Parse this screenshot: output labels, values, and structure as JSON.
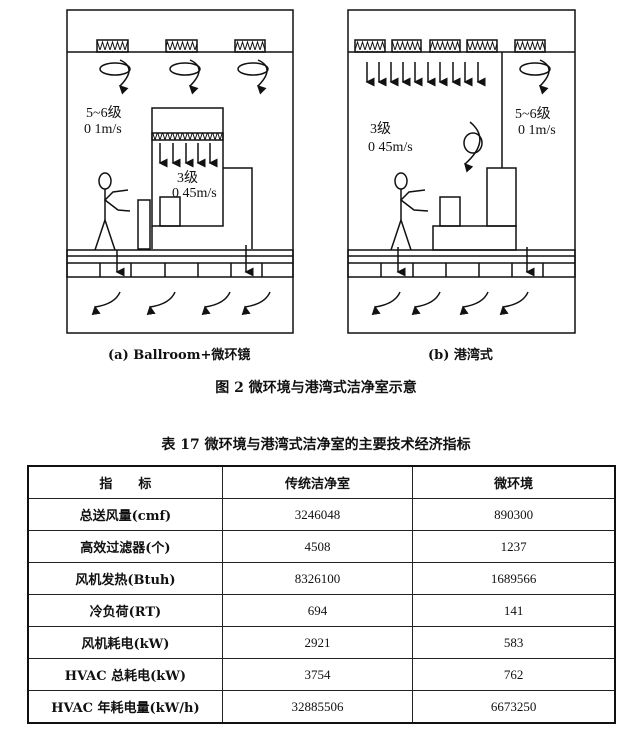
{
  "figure": {
    "panel_a": {
      "class_outer": "5~6级",
      "speed_outer": "0 1m/s",
      "class_inner": "3级",
      "speed_inner": "0 45m/s",
      "caption": "(a) Ballroom+微环镜"
    },
    "panel_b": {
      "class_inner": "3级",
      "speed_inner": "0 45m/s",
      "class_outer": "5~6级",
      "speed_outer": "0 1m/s",
      "caption": "(b) 港湾式"
    },
    "caption": "图 2   微环境与港湾式洁净室示意"
  },
  "table": {
    "title": "表 17   微环境与港湾式洁净室的主要技术经济指标",
    "headers": [
      "指　　标",
      "传统洁净室",
      "微环境"
    ],
    "rows": [
      [
        "总送风量(cmf)",
        "3246048",
        "890300"
      ],
      [
        "高效过滤器(个)",
        "4508",
        "1237"
      ],
      [
        "风机发热(Btuh)",
        "8326100",
        "1689566"
      ],
      [
        "冷负荷(RT)",
        "694",
        "141"
      ],
      [
        "风机耗电(kW)",
        "2921",
        "583"
      ],
      [
        "HVAC 总耗电(kW)",
        "3754",
        "762"
      ],
      [
        "HVAC 年耗电量(kW/h)",
        "32885506",
        "6673250"
      ]
    ]
  }
}
